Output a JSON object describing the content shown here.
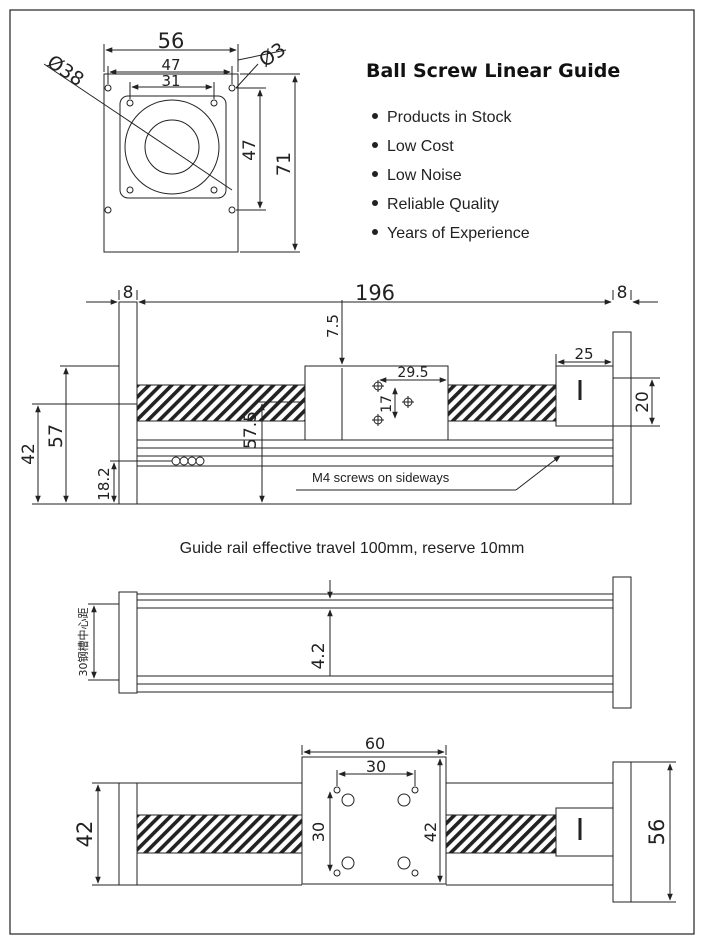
{
  "heading": "Ball Screw Linear Guide",
  "features": [
    "Products in Stock",
    "Low Cost",
    "Low Noise",
    "Reliable Quality",
    "Years of Experience"
  ],
  "caption": "Guide rail effective travel 100mm, reserve 10mm",
  "side_note": "M4 screws on sideways",
  "flange_view": {
    "width": "56",
    "bolt_spacing_h": "47",
    "inner_width": "31",
    "bolt_spacing_v": "47",
    "height": "71",
    "bore_diameter": "Ø38",
    "hole_diameter": "Ø3"
  },
  "side_view": {
    "left_plate": "8",
    "length": "196",
    "right_plate": "8",
    "carriage_offset": "7.5",
    "hole_spacing_h": "29.5",
    "hole_spacing_v": "17",
    "motor_block_width": "25",
    "motor_block_height": "20",
    "overall_height": "57",
    "center_height": "57.5",
    "base_height": "42",
    "rail_height": "18.2"
  },
  "rail_view": {
    "slot_note": "30钢槽中心距",
    "gap": "4.2"
  },
  "top_view": {
    "carriage_width": "60",
    "hole_spacing_h": "30",
    "hole_spacing_v": "30",
    "carriage_height": "42",
    "body_height": "42",
    "end_plate_height": "56"
  }
}
